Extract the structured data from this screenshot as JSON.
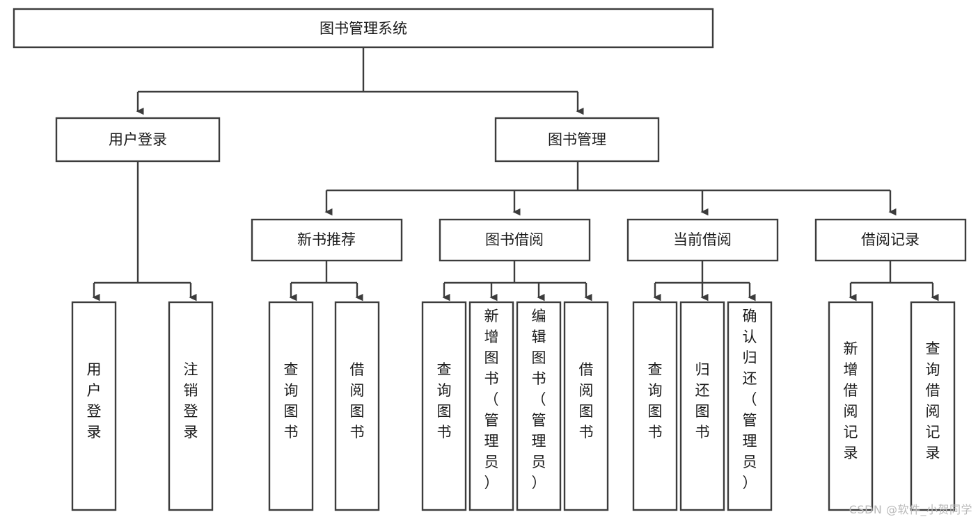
{
  "diagram": {
    "type": "tree-hierarchy",
    "orientation": "top-down",
    "root": {
      "id": "root",
      "label": "图书管理系统"
    },
    "level2": [
      {
        "id": "login",
        "label": "用户登录"
      },
      {
        "id": "bookmgmt",
        "label": "图书管理"
      }
    ],
    "level3": [
      {
        "id": "newbook",
        "label": "新书推荐",
        "parent": "bookmgmt"
      },
      {
        "id": "borrow",
        "label": "图书借阅",
        "parent": "bookmgmt"
      },
      {
        "id": "current",
        "label": "当前借阅",
        "parent": "bookmgmt"
      },
      {
        "id": "record",
        "label": "借阅记录",
        "parent": "bookmgmt"
      }
    ],
    "leaves": {
      "login": [
        "用户登录",
        "注销登录"
      ],
      "newbook": [
        "查询图书",
        "借阅图书"
      ],
      "borrow": [
        "查询图书",
        "新增图书（管理员）",
        "编辑图书（管理员）",
        "借阅图书"
      ],
      "current": [
        "查询图书",
        "归还图书",
        "确认归还（管理员）"
      ],
      "record": [
        "新增借阅记录",
        "查询借阅记录"
      ]
    }
  },
  "colors": {
    "box_fill": "#ffffff",
    "box_stroke": "#3c3c3c",
    "text": "#1a1a1a",
    "watermark": "#b9b9b9",
    "background": "#ffffff"
  },
  "watermark": {
    "text": "CSDN @软件_小贺同学"
  }
}
